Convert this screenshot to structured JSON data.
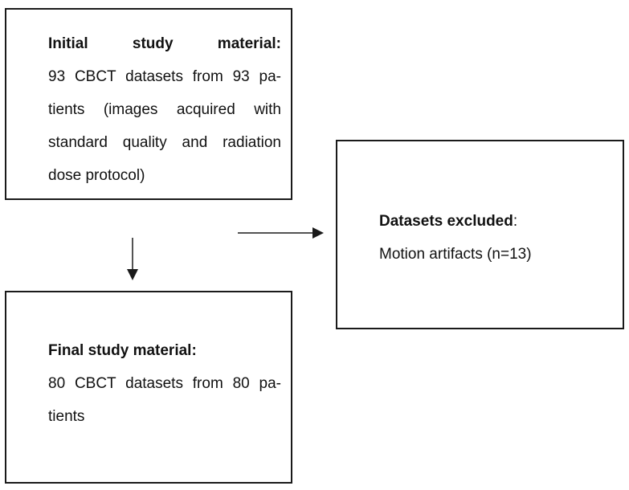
{
  "initial": {
    "title": "Initial study material:",
    "lines": [
      "93 CBCT datasets from 93 pa-",
      "tients (images acquired with",
      "standard quality and radiation",
      "dose protocol)"
    ]
  },
  "excluded": {
    "title": "Datasets excluded",
    "title_suffix": ":",
    "detail": "Motion artifacts (n=13)"
  },
  "final": {
    "title": "Final study material:",
    "lines": [
      "80 CBCT datasets from 80 pa-",
      "tients"
    ]
  },
  "colors": {
    "border": "#1a1a1a",
    "text": "#111111",
    "background": "#ffffff"
  }
}
